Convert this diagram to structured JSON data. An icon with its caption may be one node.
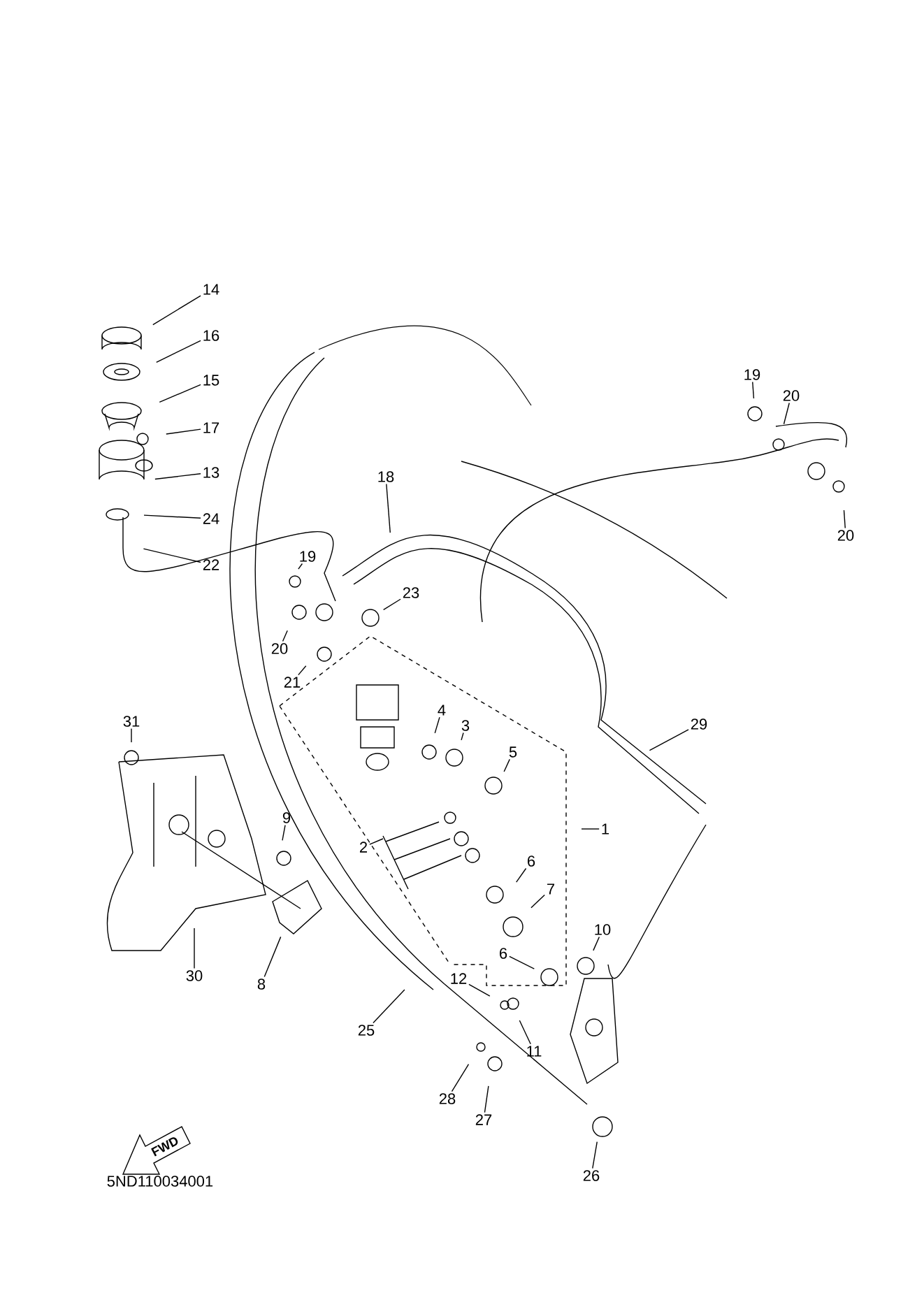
{
  "diagram": {
    "nodes": [
      {
        "text": [
          "14"
        ]
      },
      {
        "text": [
          "16"
        ]
      },
      {
        "text": [
          "15"
        ]
      },
      {
        "text": [
          "17"
        ]
      },
      {
        "text": [
          "13"
        ]
      },
      {
        "text": [
          "24"
        ]
      },
      {
        "text": [
          "22"
        ]
      },
      {
        "text": [
          "18"
        ]
      },
      {
        "text": [
          "19"
        ]
      },
      {
        "text": [
          "20"
        ]
      },
      {
        "text": [
          "23"
        ]
      },
      {
        "text": [
          "21"
        ]
      },
      {
        "text": [
          "19"
        ]
      },
      {
        "text": [
          "20"
        ]
      },
      {
        "text": [
          "20"
        ]
      },
      {
        "text": [
          "4"
        ]
      },
      {
        "text": [
          "3"
        ]
      },
      {
        "text": [
          "5"
        ]
      },
      {
        "text": [
          "29"
        ]
      },
      {
        "text": [
          "31"
        ]
      },
      {
        "text": [
          "9"
        ]
      },
      {
        "text": [
          "2"
        ]
      },
      {
        "text": [
          "1"
        ]
      },
      {
        "text": [
          "6"
        ]
      },
      {
        "text": [
          "7"
        ]
      },
      {
        "text": [
          "10"
        ]
      },
      {
        "text": [
          "6"
        ]
      },
      {
        "text": [
          "30"
        ]
      },
      {
        "text": [
          "8"
        ]
      },
      {
        "text": [
          "12"
        ]
      },
      {
        "text": [
          "11"
        ]
      },
      {
        "text": [
          "25"
        ]
      },
      {
        "text": [
          "28"
        ]
      },
      {
        "text": [
          "27"
        ]
      },
      {
        "text": [
          "26"
        ]
      }
    ],
    "edges": [
      {
        "from": 0,
        "to": null,
        "arrow": "none"
      },
      {
        "from": 1,
        "to": null,
        "arrow": "none"
      },
      {
        "from": 2,
        "to": null,
        "arrow": "none"
      },
      {
        "from": 3,
        "to": null,
        "arrow": "none"
      },
      {
        "from": 4,
        "to": null,
        "arrow": "none"
      },
      {
        "from": 5,
        "to": null,
        "arrow": "none"
      },
      {
        "from": 6,
        "to": null,
        "arrow": "none"
      },
      {
        "from": 7,
        "to": null,
        "arrow": "none"
      },
      {
        "from": 8,
        "to": null,
        "arrow": "none"
      },
      {
        "from": 9,
        "to": null,
        "arrow": "none"
      },
      {
        "from": 10,
        "to": null,
        "arrow": "none"
      },
      {
        "from": 11,
        "to": null,
        "arrow": "none"
      },
      {
        "from": 12,
        "to": null,
        "arrow": "none"
      },
      {
        "from": 13,
        "to": null,
        "arrow": "none"
      },
      {
        "from": 14,
        "to": null,
        "arrow": "none"
      },
      {
        "from": 15,
        "to": null,
        "arrow": "none"
      },
      {
        "from": 16,
        "to": null,
        "arrow": "none"
      },
      {
        "from": 17,
        "to": null,
        "arrow": "none"
      },
      {
        "from": 18,
        "to": null,
        "arrow": "none"
      },
      {
        "from": 19,
        "to": null,
        "arrow": "none"
      },
      {
        "from": 20,
        "to": null,
        "arrow": "none"
      },
      {
        "from": 21,
        "to": null,
        "arrow": "none"
      },
      {
        "from": 22,
        "to": null,
        "arrow": "none"
      },
      {
        "from": 23,
        "to": null,
        "arrow": "none"
      },
      {
        "from": 24,
        "to": null,
        "arrow": "none"
      },
      {
        "from": 25,
        "to": null,
        "arrow": "none"
      },
      {
        "from": 26,
        "to": null,
        "arrow": "none"
      },
      {
        "from": 27,
        "to": null,
        "arrow": "none"
      },
      {
        "from": 28,
        "to": null,
        "arrow": "none"
      },
      {
        "from": 29,
        "to": null,
        "arrow": "none"
      },
      {
        "from": 30,
        "to": null,
        "arrow": "none"
      },
      {
        "from": 31,
        "to": null,
        "arrow": "none"
      },
      {
        "from": 32,
        "to": null,
        "arrow": "none"
      },
      {
        "from": 33,
        "to": null,
        "arrow": "none"
      },
      {
        "from": 34,
        "to": null,
        "arrow": "none"
      }
    ],
    "labels": [
      "FWD",
      "5ND110034001"
    ]
  }
}
